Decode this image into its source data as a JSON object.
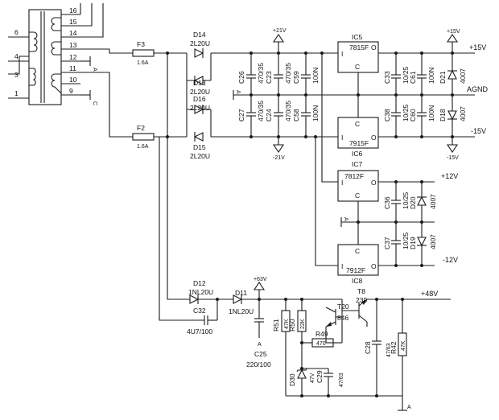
{
  "transformer": {
    "pins_left": [
      "6",
      "4",
      "3",
      "1"
    ],
    "pins_right": [
      "16",
      "15",
      "14",
      "13",
      "12",
      "11",
      "10",
      "9"
    ],
    "taps": [
      "A",
      "C"
    ]
  },
  "fuses": [
    {
      "ref": "F3",
      "rating": "1.6A"
    },
    {
      "ref": "F2",
      "rating": "1.6A"
    }
  ],
  "diodes": {
    "D14": {
      "ref": "D14",
      "type": "2L20U"
    },
    "D13": {
      "ref": "D13",
      "type": "2L20U"
    },
    "D16": {
      "ref": "D16",
      "type": "2L20U"
    },
    "D15": {
      "ref": "D15",
      "type": "2L20U"
    },
    "D12": {
      "ref": "D12",
      "type": "1NL20U"
    },
    "D11": {
      "ref": "D11",
      "type": "1NL20U"
    },
    "D21": {
      "ref": "D21",
      "type": "4007"
    },
    "D18": {
      "ref": "D18",
      "type": "4007"
    },
    "D20": {
      "ref": "D20",
      "type": "4007"
    },
    "D19": {
      "ref": "D19",
      "type": "4007"
    },
    "D30": {
      "ref": "D30",
      "type": "47V"
    }
  },
  "capacitors": {
    "C26": {
      "ref": "C26",
      "value": "470/35"
    },
    "C23": {
      "ref": "C23",
      "value": "470/35"
    },
    "C59": {
      "ref": "C59",
      "value": "100N"
    },
    "C27": {
      "ref": "C27",
      "value": "470/35"
    },
    "C24": {
      "ref": "C24",
      "value": "470/35"
    },
    "C58": {
      "ref": "C58",
      "value": "100N"
    },
    "C33": {
      "ref": "C33",
      "value": "10/25"
    },
    "C61": {
      "ref": "C61",
      "value": "100N"
    },
    "C38": {
      "ref": "C38",
      "value": "10/25"
    },
    "C60": {
      "ref": "C60",
      "value": "100N"
    },
    "C36": {
      "ref": "C36",
      "value": "10/25"
    },
    "C37": {
      "ref": "C37",
      "value": "10/25"
    },
    "C32": {
      "ref": "C32",
      "value": "4U7/100"
    },
    "C25": {
      "ref": "C25",
      "value": "220/100"
    },
    "C29": {
      "ref": "C29",
      "value": "47/63"
    },
    "C28": {
      "ref": "C28",
      "value": "47/63"
    }
  },
  "resistors": {
    "R51": {
      "ref": "R51",
      "value": "47K"
    },
    "R50": {
      "ref": "R50",
      "value": "22K"
    },
    "R49": {
      "ref": "R49",
      "value": "470"
    },
    "R42": {
      "ref": "R42",
      "value": "47K"
    }
  },
  "regulators": {
    "IC5": {
      "ref": "IC5",
      "part": "7815F"
    },
    "IC6": {
      "ref": "IC6",
      "part": "7915F"
    },
    "IC7": {
      "ref": "IC7",
      "part": "7812F"
    },
    "IC8": {
      "ref": "IC8",
      "part": "7912F"
    },
    "pins": {
      "in": "I",
      "out": "O",
      "common": "C"
    }
  },
  "transistors": {
    "T8": {
      "ref": "T8",
      "part": "239"
    },
    "T20": {
      "ref": "T20",
      "part": "846"
    }
  },
  "rails": {
    "p21": "+21V",
    "m21": "-21V",
    "p15_ref": "+15V",
    "m15_ref": "-15V",
    "p63": "+63V",
    "out_p15": "+15V",
    "agnd": "AGND",
    "out_m15": "-15V",
    "out_p12": "+12V",
    "out_m12": "-12V",
    "out_p48": "+48V"
  },
  "grounds": {
    "a": "A"
  }
}
